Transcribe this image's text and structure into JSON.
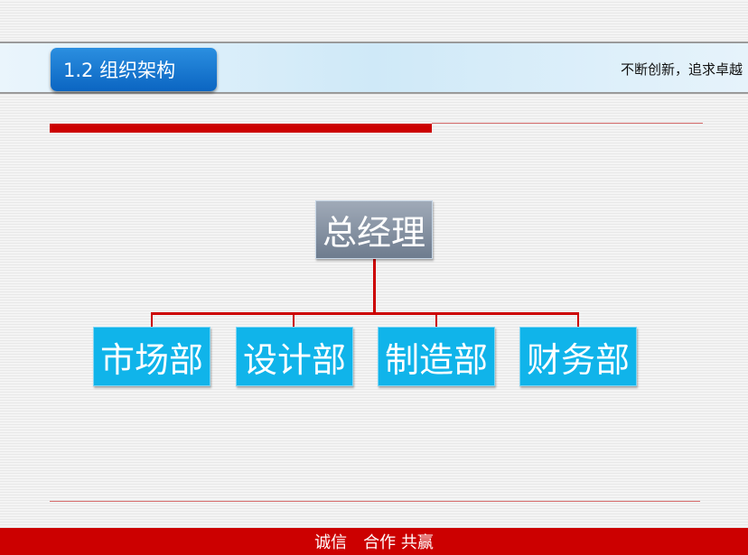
{
  "header": {
    "title": "1.2 组织架构",
    "slogan": "不断创新，追求卓越"
  },
  "org": {
    "root": "总经理",
    "children": [
      "市场部",
      "设计部",
      "制造部",
      "财务部"
    ]
  },
  "footer": {
    "text": "诚信　合作 共赢"
  }
}
